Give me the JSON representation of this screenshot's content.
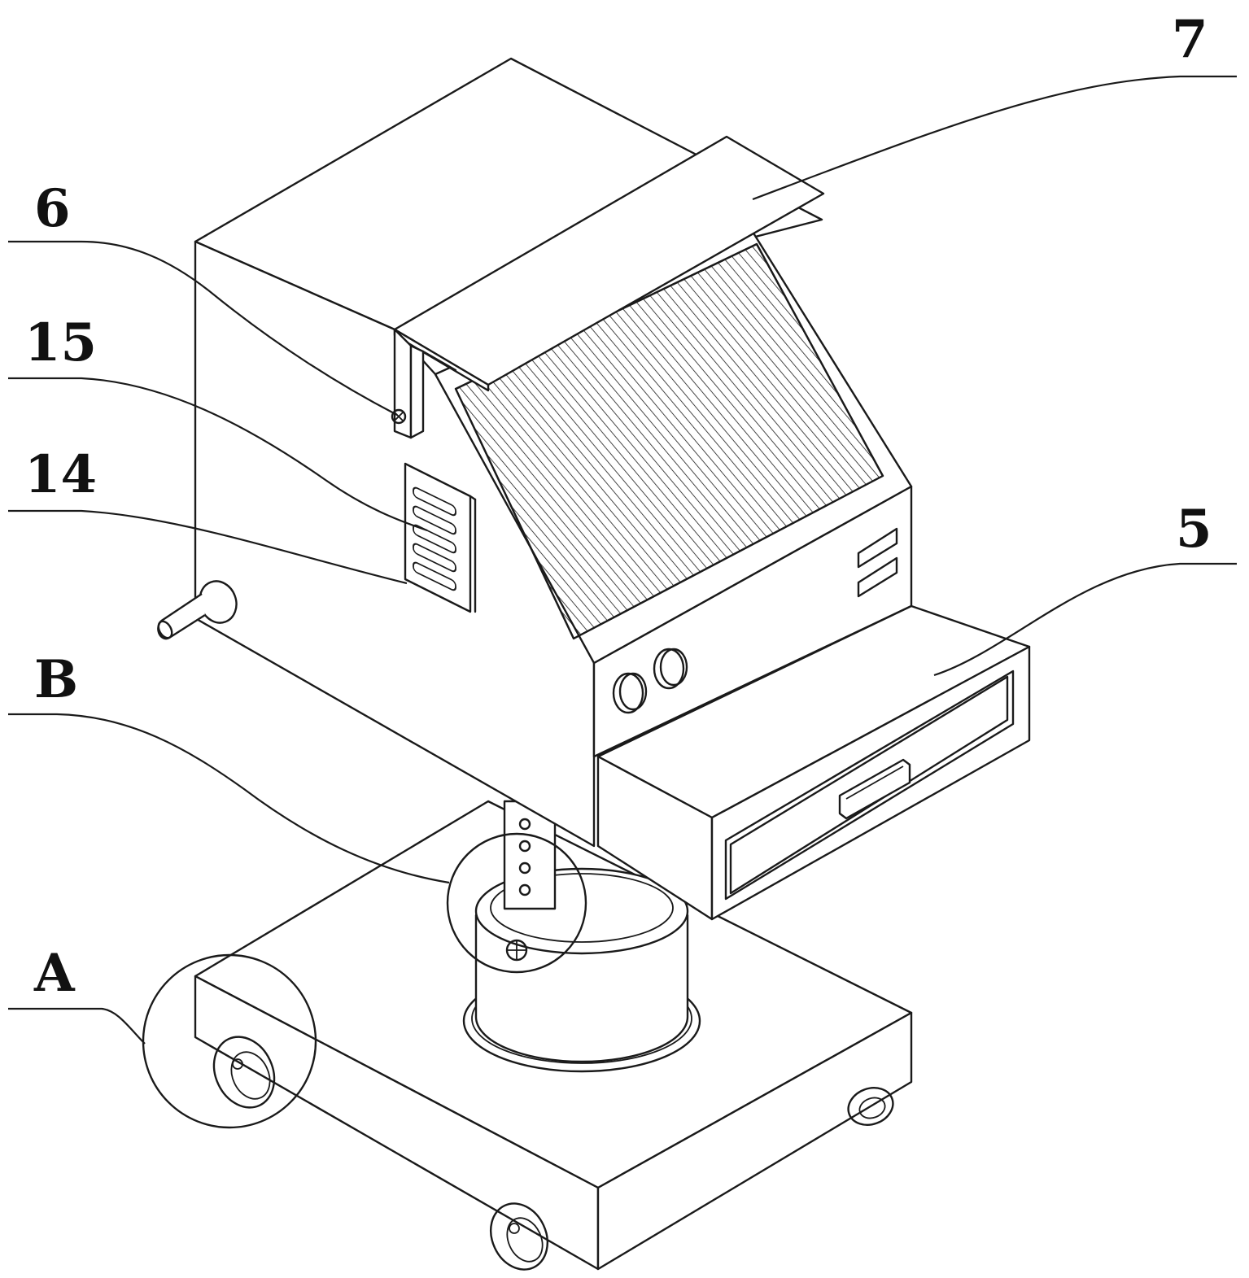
{
  "figure": {
    "labels": {
      "label_7": "7",
      "label_6": "6",
      "label_15": "15",
      "label_14": "14",
      "label_5": "5",
      "label_B": "B",
      "label_A": "A"
    },
    "colors": {
      "line": "#1a1a1a",
      "background": "#ffffff"
    }
  }
}
